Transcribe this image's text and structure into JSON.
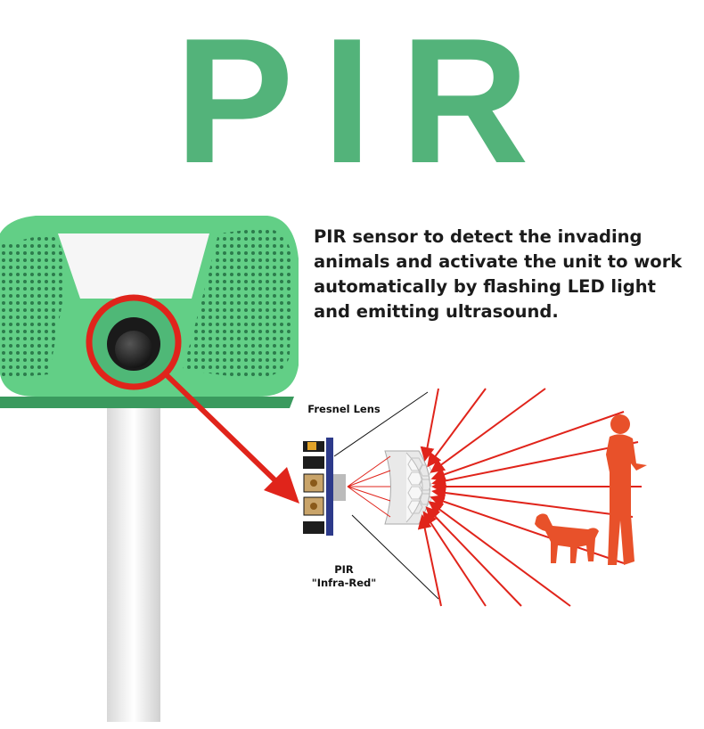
{
  "title": "PIR",
  "description": "PIR sensor to detect the invading animals and activate the unit to work automatically by flashing LED light and emitting ultrasound.",
  "labels": {
    "fresnel_lens": "Fresnel Lens",
    "pir_line1": "PIR",
    "pir_line2": "\"Infra-Red\""
  },
  "colors": {
    "title_green": "#53b37a",
    "device_green": "#62cf86",
    "highlight_red": "#e0241b",
    "figure_orange": "#e8512a"
  },
  "icons": {
    "device": "ultrasonic-repeller-device",
    "sensor": "pir-sensor-module",
    "lens": "fresnel-lens-dome",
    "person": "standing-person-silhouette",
    "dog": "dog-silhouette"
  }
}
